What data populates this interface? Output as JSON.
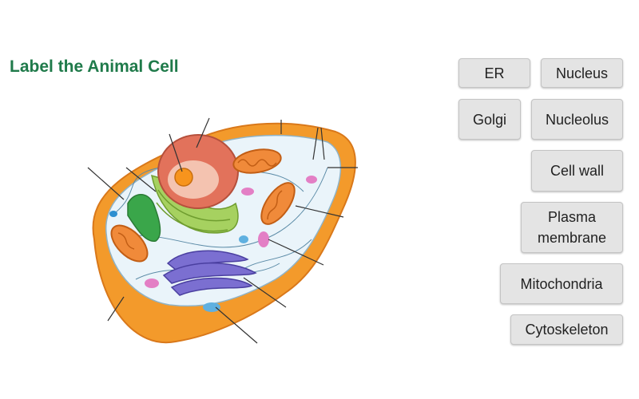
{
  "title": "Label the Animal Cell",
  "labels": {
    "er": "ER",
    "nucleus": "Nucleus",
    "golgi": "Golgi",
    "nucleolus": "Nucleolus",
    "cell_wall": "Cell wall",
    "plasma_membrane": "Plasma membrane",
    "mitochondria": "Mitochondria",
    "cytoskeleton": "Cytoskeleton"
  },
  "colors": {
    "title": "#1f7a4a",
    "cell_outer": "#f39a2b",
    "cytoplasm": "#eaf4fa",
    "nucleus": "#e2725b",
    "nucleolus": "#f7941d",
    "er": "#a6d160",
    "golgi": "#7b6fd1",
    "mitochondria": "#f08a3a",
    "chloroplast_like": "#3aa64a",
    "button_bg": "#e4e4e4"
  }
}
